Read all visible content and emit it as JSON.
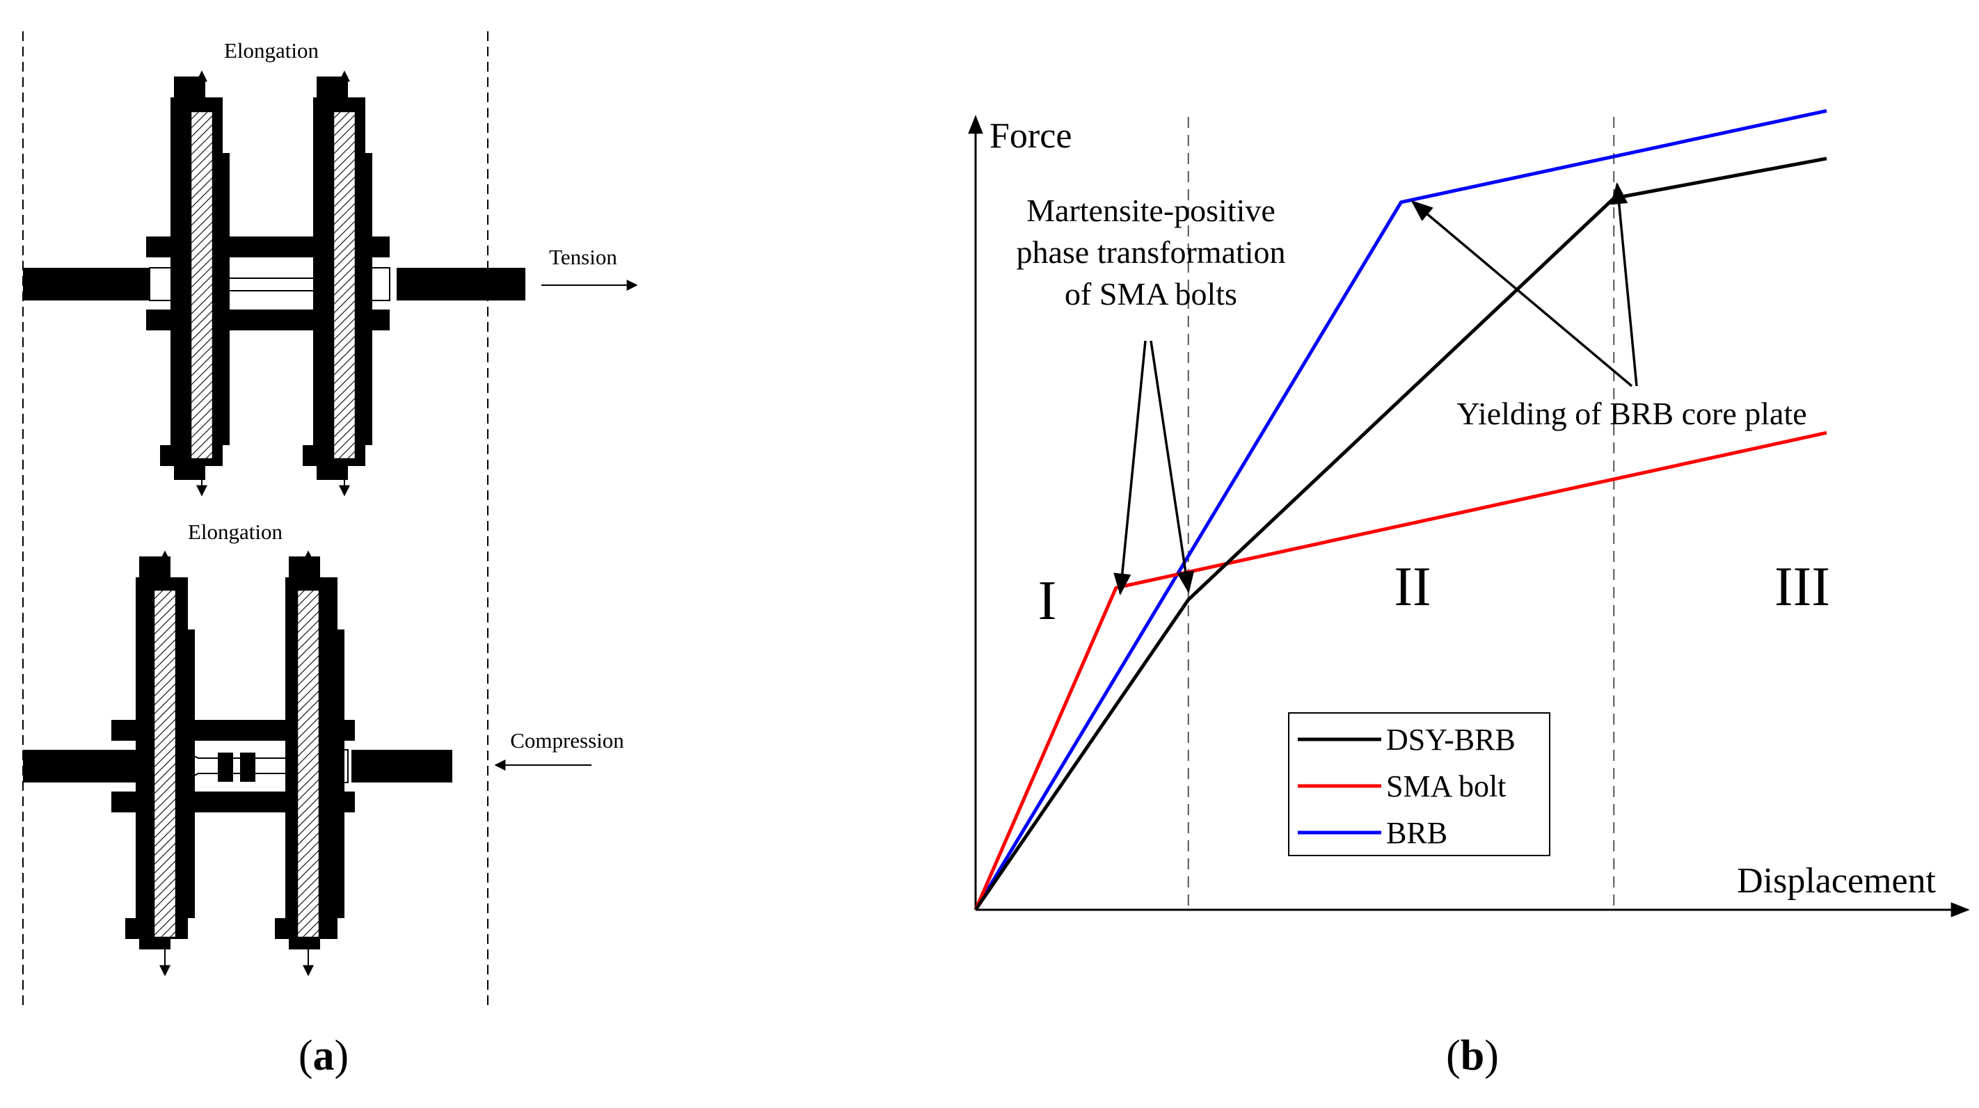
{
  "panel_a": {
    "label": "a",
    "top_elongation": "Elongation",
    "bottom_elongation": "Elongation",
    "tension": "Tension",
    "compression": "Compression"
  },
  "panel_b": {
    "label": "b",
    "y_axis_label": "Force",
    "x_axis_label": "Displacement",
    "regions": [
      "I",
      "II",
      "III"
    ],
    "annotation_sma": [
      "Martensite-positive",
      "phase transformation",
      "of  SMA bolts"
    ],
    "annotation_brb": "Yielding of BRB core plate",
    "legend": [
      {
        "label": "DSY-BRB",
        "color": "#000000"
      },
      {
        "label": "SMA bolt",
        "color": "#ff0000"
      },
      {
        "label": "BRB",
        "color": "#0000ff"
      }
    ]
  },
  "chart_data": {
    "type": "line",
    "title": "",
    "xlabel": "Displacement",
    "ylabel": "Force",
    "xlim": [
      0,
      100
    ],
    "ylim": [
      0,
      100
    ],
    "grid": false,
    "legend_position": "bottom-center",
    "vertical_dividers": [
      25,
      75
    ],
    "series": [
      {
        "name": "DSY-BRB",
        "color": "#000000",
        "x": [
          0,
          25,
          75,
          100
        ],
        "y": [
          0,
          39,
          89.5,
          94.5
        ]
      },
      {
        "name": "SMA bolt",
        "color": "#ff0000",
        "x": [
          0,
          16.5,
          100
        ],
        "y": [
          0,
          40.5,
          60
        ]
      },
      {
        "name": "BRB",
        "color": "#0000ff",
        "x": [
          0,
          50,
          100
        ],
        "y": [
          0,
          89,
          100.5
        ]
      }
    ]
  }
}
